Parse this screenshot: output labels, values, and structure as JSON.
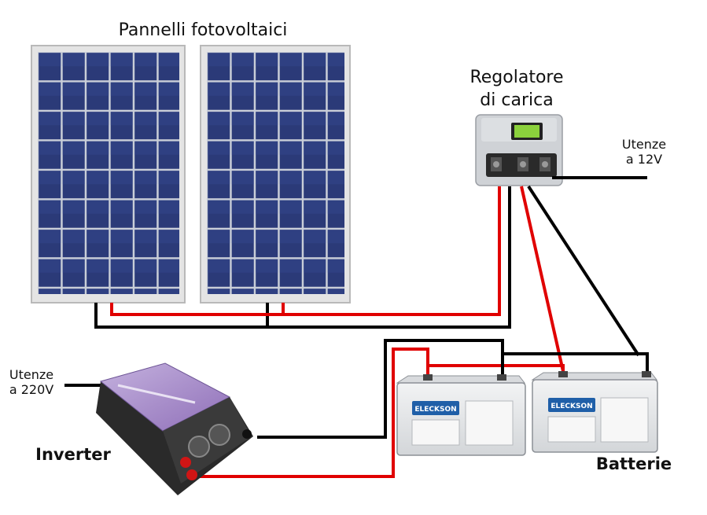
{
  "labels": {
    "panels": "Pannelli fotovoltaici",
    "regulator_line1": "Regolatore",
    "regulator_line2": "di carica",
    "loads12_line1": "Utenze",
    "loads12_line2": "a 12V",
    "loads220_line1": "Utenze",
    "loads220_line2": "a 220V",
    "inverter": "Inverter",
    "batteries": "Batterie"
  },
  "battery_brand": "ELECKSON",
  "colors": {
    "wire_positive": "#e00000",
    "wire_negative": "#000000",
    "panel_cell": "#2b3a78",
    "panel_frame": "#d8d8d8",
    "inverter_body": "#a98bc9",
    "battery_body": "#e6e8ea",
    "battery_label": "#1f5fa8"
  }
}
